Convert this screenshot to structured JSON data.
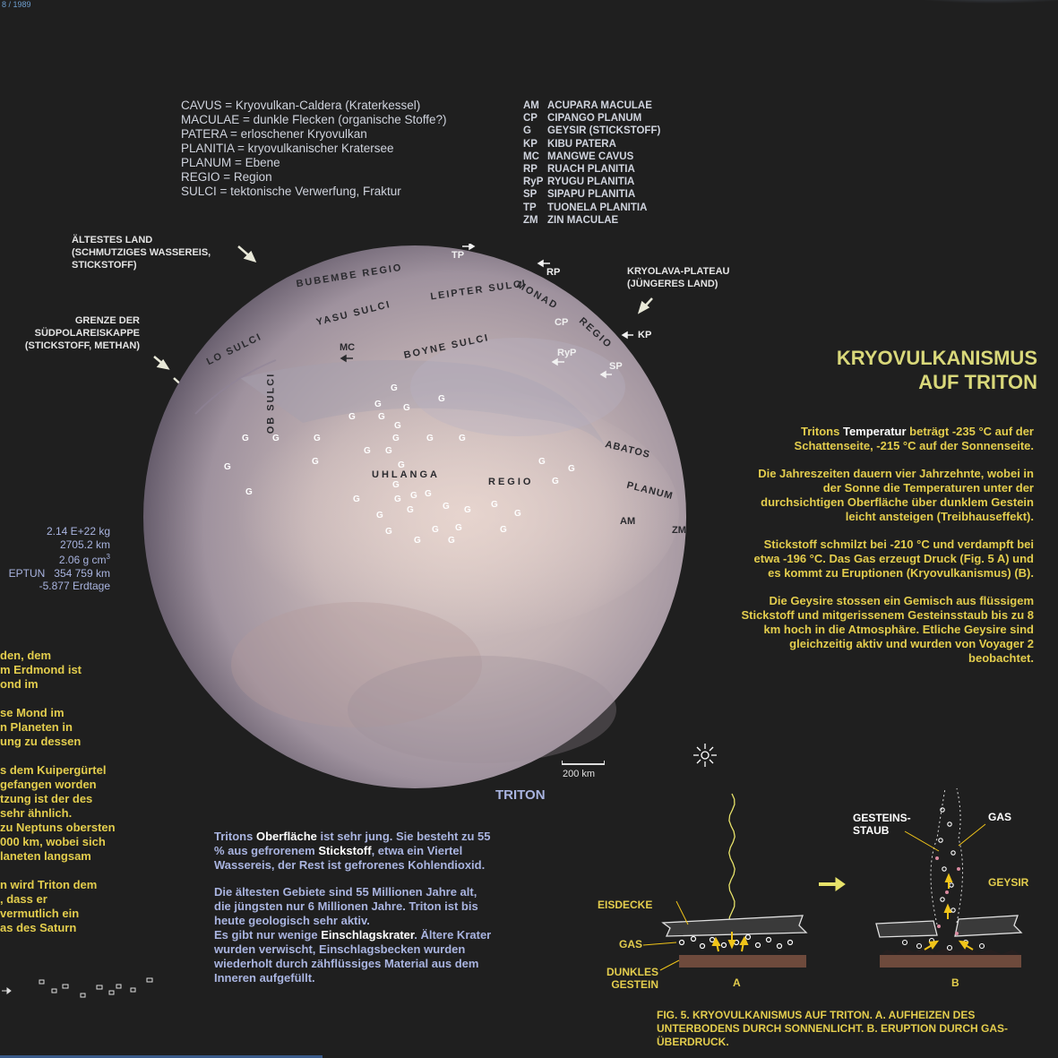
{
  "header": {
    "date_fragment": "8 / 1989"
  },
  "glossary": [
    "CAVUS = Kryovulkan-Caldera (Kraterkessel)",
    "MACULAE = dunkle Flecken (organische Stoffe?)",
    "PATERA = erloschener Kryovulkan",
    "PLANITIA = kryovulkanischer Kratersee",
    "PLANUM = Ebene",
    "REGIO = Region",
    "SULCI = tektonische Verwerfung, Fraktur"
  ],
  "abbreviations": [
    {
      "code": "AM",
      "name": "ACUPARA MACULAE"
    },
    {
      "code": "CP",
      "name": "CIPANGO PLANUM"
    },
    {
      "code": "G",
      "name": "GEYSIR (STICKSTOFF)"
    },
    {
      "code": "KP",
      "name": "KIBU PATERA"
    },
    {
      "code": "MC",
      "name": "MANGWE CAVUS"
    },
    {
      "code": "RP",
      "name": "RUACH PLANITIA"
    },
    {
      "code": "RyP",
      "name": "RYUGU PLANITIA"
    },
    {
      "code": "SP",
      "name": "SIPAPU PLANITIA"
    },
    {
      "code": "TP",
      "name": "TUONELA PLANITIA"
    },
    {
      "code": "ZM",
      "name": "ZIN MACULAE"
    }
  ],
  "callouts": {
    "oldest_land": [
      "ÄLTESTES LAND",
      "(SCHMUTZIGES WASSEREIS,",
      "STICKSTOFF)"
    ],
    "polar_cap": [
      "GRENZE DER",
      "SÜDPOLAREISKAPPE",
      "(STICKSTOFF, METHAN)"
    ],
    "kryolava": [
      "KRYOLAVA-PLATEAU",
      "(JÜNGERES LAND)"
    ]
  },
  "map": {
    "region_labels": {
      "bubembe": "BUBEMBE REGIO",
      "leipter": "LEIPTER SULCI",
      "monad": "MONAD",
      "monad_regio": "REGIO",
      "yasu": "YASU SULCI",
      "lo": "LO SULCI",
      "boyne": "BOYNE SULCI",
      "ob": "OB SULCI",
      "uhlanga": "UHLANGA",
      "uhlanga_regio": "REGIO",
      "abatos": "ABATOS",
      "planum": "PLANUM"
    },
    "codes": {
      "tp": "TP",
      "rp": "RP",
      "cp": "CP",
      "kp": "KP",
      "ryp": "RyP",
      "sp": "SP",
      "mc": "MC",
      "am": "AM",
      "zm": "ZM"
    },
    "geyser_label": "G",
    "scale_label": "200 km",
    "name": "TRITON"
  },
  "title": [
    "KRYOVULKANISMUS",
    "AUF TRITON"
  ],
  "info": {
    "p1_a": "Tritons ",
    "p1_hl": "Temperatur",
    "p1_b": " beträgt -235 °C auf der Schattenseite, -215 °C auf der Sonnenseite.",
    "p2": "Die Jahreszeiten dauern vier Jahrzehnte, wobei in der Sonne die Temperaturen unter der durchsichtigen Oberfläche über dunklem Gestein leicht ansteigen (Treibhauseffekt).",
    "p3": "Stickstoff schmilzt bei -210 °C und verdampft bei etwa -196 °C. Das Gas erzeugt Druck (Fig. 5 A) und es kommt zu Eruptionen (Kryovulkanismus) (B).",
    "p4": "Die Geysire stossen ein Gemisch aus flüssigem Stickstoff und mitgerissenem Gesteinsstaub bis zu 8 km hoch in die Atmosphäre. Etliche Geysire sind gleichzeitig aktiv und wurden von Voyager 2 beobachtet."
  },
  "stats": [
    "2.14 E+22 kg",
    "2705.2 km",
    "2.06 g cm",
    "EPTUN   354 759 km",
    "-5.877 Erdtage"
  ],
  "stats_sup": "3",
  "left_text": [
    [
      "den, dem",
      "m Erdmond ist",
      "ond im"
    ],
    [
      "se Mond im",
      "n Planeten in",
      "ung zu dessen"
    ],
    [
      "s dem Kuipergürtel",
      "gefangen worden",
      "tzung ist der des",
      "sehr ähnlich.",
      "zu Neptuns obersten",
      "000 km, wobei sich",
      "laneten langsam"
    ],
    [
      "n wird Triton dem",
      ", dass er",
      "vermutlich ein",
      "as des Saturn"
    ]
  ],
  "surface": {
    "p1_a": "Tritons ",
    "p1_hl1": "Oberfläche",
    "p1_b": " ist sehr jung. Sie besteht zu 55 % aus gefrorenem ",
    "p1_hl2": "Stickstoff",
    "p1_c": ", etwa ein Viertel Wassereis, der Rest ist gefrorenes Kohlendioxid.",
    "p2_a": "Die ältesten Gebiete sind 55 Millionen Jahre alt, die jüngsten nur 6 Millionen Jahre. Triton ist bis heute geologisch sehr aktiv.",
    "p2_b": "Es gibt nur wenige ",
    "p2_hl": "Einschlagskrater",
    "p2_c": ". Ältere Krater wurden verwischt, Einschlagsbecken wurden wiederholt durch zähflüssiges Material aus dem Inneren aufgefüllt."
  },
  "figure": {
    "eisdecke": "EISDECKE",
    "gas": "GAS",
    "dunkles": "DUNKLES",
    "gestein": "GESTEIN",
    "a": "A",
    "b": "B",
    "gesteins": "GESTEINS-",
    "staub": "STAUB",
    "gas_b": "GAS",
    "geysir": "GEYSIR",
    "caption": "FIG. 5. KRYOVULKANISMUS AUF TRITON. A. AUFHEIZEN DES UNTERBODENS DURCH SONNENLICHT. B. ERUPTION DURCH GAS-ÜBERDRUCK."
  },
  "colors": {
    "background": "#1f1f1f",
    "title": "#d9d87a",
    "body_yellow": "#e3cd4d",
    "body_blue": "#a9b4e0",
    "arrow_yellow": "#f0c419"
  }
}
